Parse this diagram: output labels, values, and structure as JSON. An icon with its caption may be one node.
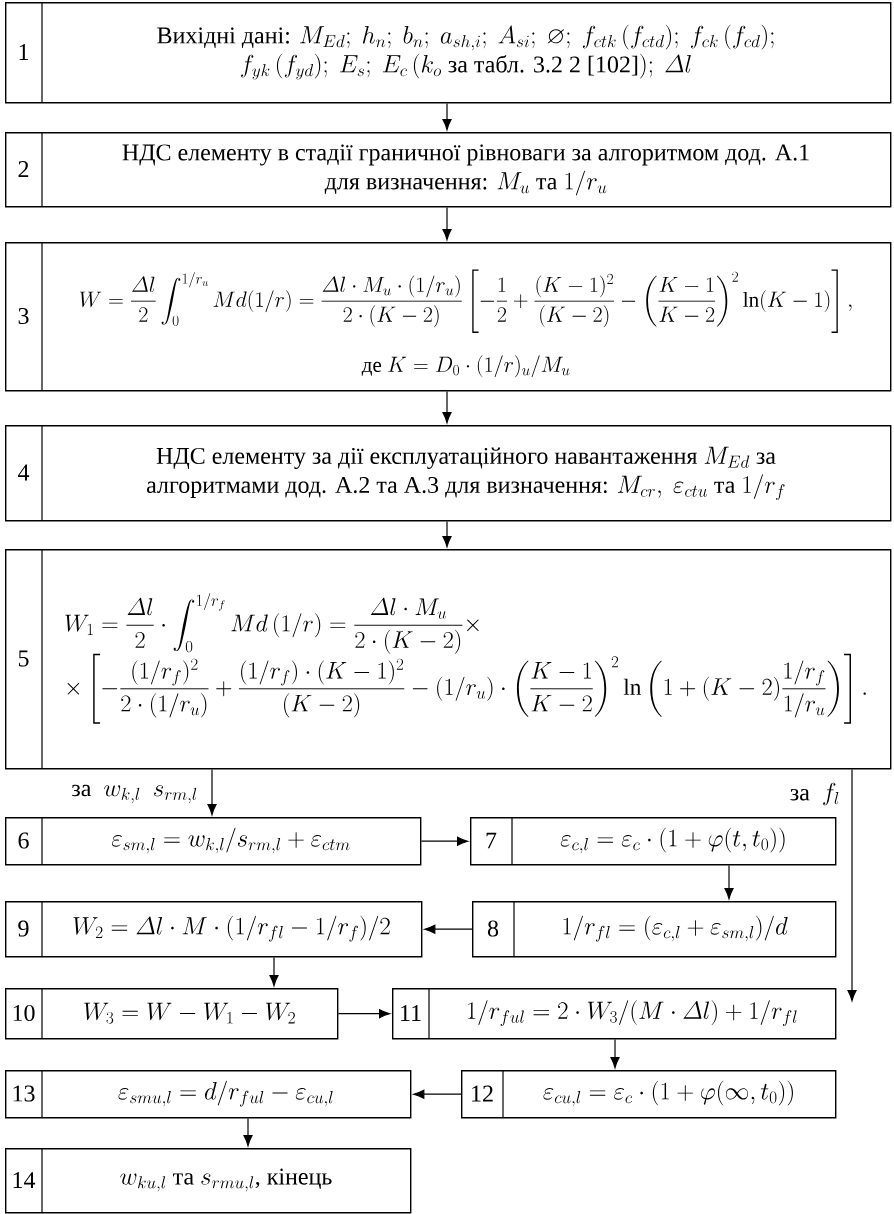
{
  "diagram": {
    "nodes": [
      {
        "text": [
          "1",
          "\\begin{array}{c}\\text{Вихідні дані: } M_{Ed};\\ h_n;\\ b_n;\\ a_{sh,i};\\ A_{si};\\ \\varnothing;\\ f_{ctk}\\,(f_{ctd});\\ f_{ck}\\,(f_{cd});\\\\ f_{yk}\\,(f_{yd});\\ E_s;\\ E_c\\,(k_o\\text{ за табл. 3.2 2 [102]});\\ \\varDelta l\\end{array}"
        ]
      },
      {
        "text": [
          "2",
          "\\begin{array}{c}\\text{НДС елементу в стадії граничної рівноваги за алгоритмом дод. А.1}\\\\ \\text{для визначення: } M_u\\text{ та }1/r_u\\end{array}"
        ]
      },
      {
        "text": [
          "3",
          "W=\\dfrac{\\varDelta l}{2}\\displaystyle\\int_0^{1/r_u} Md(1/r)=\\dfrac{\\varDelta l\\cdot M_u\\cdot(1/r_u)}{2\\cdot(K-2)}\\left[-\\dfrac{1}{2}+\\dfrac{(K-1)^2}{(K-2)}-\\left(\\dfrac{K-1}{K-2}\\right)^2\\ln(K-1)\\right],",
          "\\text{де } K=D_0\\cdot(1/r)_u/M_u"
        ]
      },
      {
        "text": [
          "4",
          "\\begin{array}{c}\\text{НДС елементу за дії експлуатаційного навантаження } M_{Ed}\\text{ за}\\\\ \\text{алгоритмами дод. А.2 та А.3 для визначення: } M_{cr},\\ \\varepsilon_{ctu}\\text{ та }1/r_f\\end{array}"
        ]
      },
      {
        "text": [
          "5",
          "\\begin{array}{l}W_1=\\dfrac{\\varDelta l}{2}\\cdot\\displaystyle\\int_0^{1/r_f} Md\\,(1/r)=\\dfrac{\\varDelta l\\cdot M_u}{2\\cdot(K-2)}\\times\\\\ \\times\\left[-\\dfrac{(1/r_f)^2}{2\\cdot(1/r_u)}+\\dfrac{(1/r_f)\\cdot(K-1)^2}{(K-2)}-(1/r_u)\\cdot\\left(\\dfrac{K-1}{K-2}\\right)^2\\ln\\left(1+(K-2)\\dfrac{1/r_f}{1/r_u}\\right)\\right].\\end{array}"
        ]
      },
      {
        "text": [
          "6",
          "\\varepsilon_{sm,l}=w_{k,l}/s_{rm,l}+\\varepsilon_{ctm}"
        ]
      },
      {
        "text": [
          "7",
          "\\varepsilon_{c,l}=\\varepsilon_c\\cdot(1+\\varphi(t,t_0))"
        ]
      },
      {
        "text": [
          "8",
          "1/r_{fl}=(\\varepsilon_{c,l}+\\varepsilon_{sm,l})/d"
        ]
      },
      {
        "text": [
          "9",
          "W_2=\\varDelta l\\cdot M\\cdot(1/r_{fl}-1/r_f)/2"
        ]
      },
      {
        "text": [
          "10",
          "W_3=W-W_1-W_2"
        ]
      },
      {
        "text": [
          "11",
          "1/r_{ful}=2\\cdot W_3/(M\\cdot\\varDelta l)+1/r_{fl}"
        ]
      },
      {
        "text": [
          "12",
          "\\varepsilon_{cu,l}=\\varepsilon_c\\cdot(1+\\varphi(\\infty,t_0))"
        ]
      },
      {
        "text": [
          "13",
          "\\varepsilon_{smu,l}=d/r_{ful}-\\varepsilon_{cu,l}"
        ]
      },
      {
        "text": [
          "14",
          "w_{ku,l}\\text{ та }s_{rmu,l}\\text{, кінець}"
        ]
      }
    ],
    "edges": [
      {
        "from": 0,
        "to": 1,
        "arrow": "to"
      },
      {
        "from": 1,
        "to": 2,
        "arrow": "to"
      },
      {
        "from": 2,
        "to": 3,
        "arrow": "to"
      },
      {
        "from": 3,
        "to": 4,
        "arrow": "to"
      },
      {
        "from": 4,
        "to": 5,
        "arrow": "to",
        "label": "\\text{за }\\ w_{k,l}\\ \\ s_{rm,l}"
      },
      {
        "from": 4,
        "to": 10,
        "arrow": "to",
        "label": "\\text{за }\\ f_l"
      },
      {
        "from": 5,
        "to": 6,
        "arrow": "to"
      },
      {
        "from": 6,
        "to": 7,
        "arrow": "to"
      },
      {
        "from": 7,
        "to": 8,
        "arrow": "to"
      },
      {
        "from": 8,
        "to": 9,
        "arrow": "to"
      },
      {
        "from": 9,
        "to": 10,
        "arrow": "to"
      },
      {
        "from": 10,
        "to": 11,
        "arrow": "to"
      },
      {
        "from": 11,
        "to": 12,
        "arrow": "to"
      },
      {
        "from": 12,
        "to": 13,
        "arrow": "to"
      }
    ]
  }
}
